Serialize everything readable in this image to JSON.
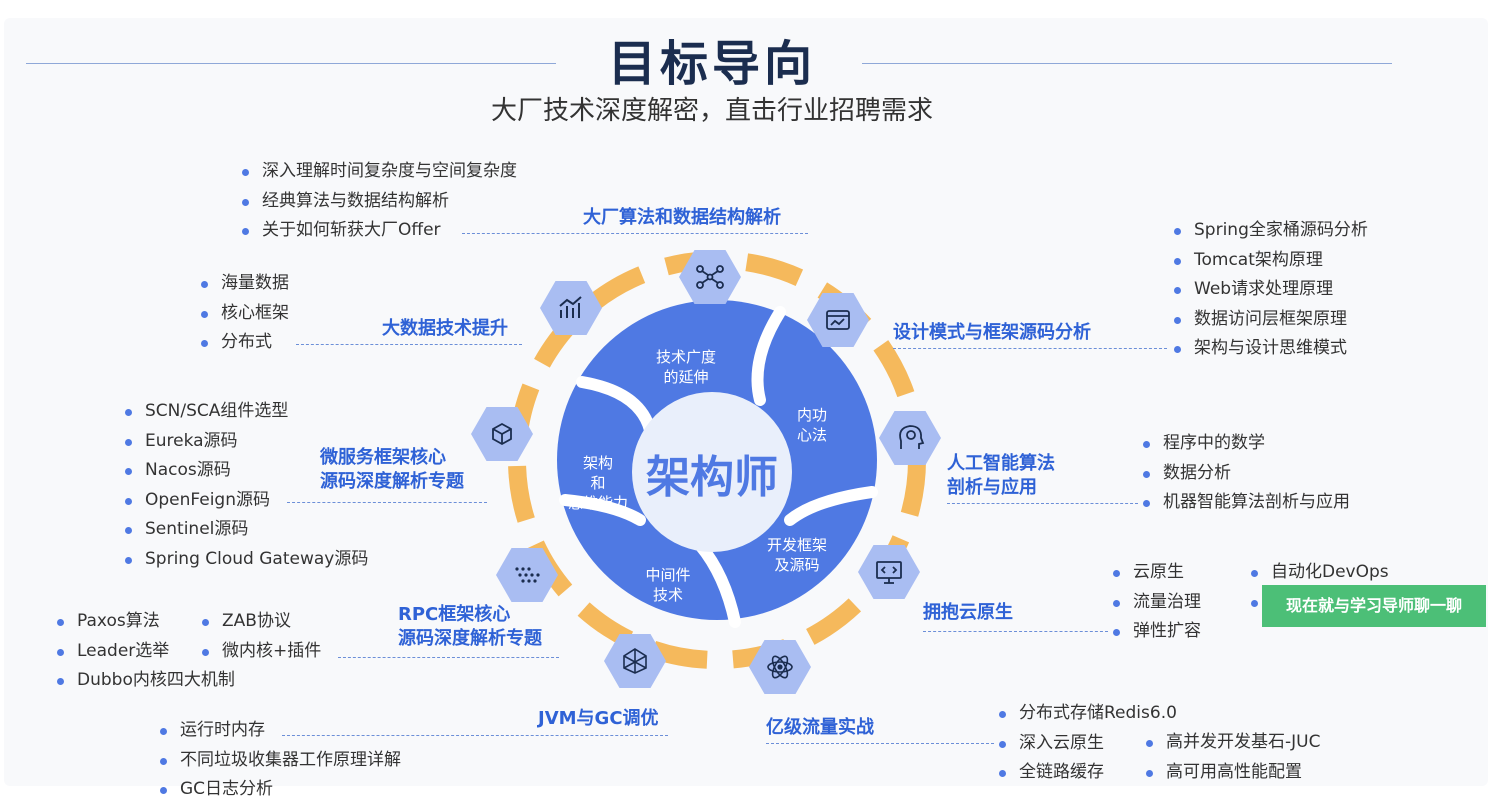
{
  "title": "目标导向",
  "subtitle": "大厂技术深度解密，直击行业招聘需求",
  "center": "架构师",
  "sectors": {
    "top": "技术广度\n的延伸",
    "right": "内功\n心法",
    "bottom_right": "开发框架\n及源码",
    "bottom_left": "中间件\n技术",
    "left": "架构\n和\n思维能力"
  },
  "topics": {
    "algo": {
      "label": "大厂算法和数据结构解析",
      "icon": "network-nodes-icon",
      "items": [
        "深入理解时间复杂度与空间复杂度",
        "经典算法与数据结构解析",
        "关于如何斩获大厂Offer"
      ]
    },
    "bigdata": {
      "label": "大数据技术提升",
      "icon": "bar-chart-icon",
      "items": [
        "海量数据",
        "核心框架",
        "分布式"
      ]
    },
    "design": {
      "label": "设计模式与框架源码分析",
      "icon": "browser-window-icon",
      "items": [
        "Spring全家桶源码分析",
        "Tomcat架构原理",
        "Web请求处理原理",
        "数据访问层框架原理",
        "架构与设计思维模式"
      ]
    },
    "micro": {
      "label_line1": "微服务框架核心",
      "label_line2": "源码深度解析专题",
      "icon": "cube-icon",
      "items": [
        "SCN/SCA组件选型",
        "Eureka源码",
        "Nacos源码",
        "OpenFeign源码",
        "Sentinel源码",
        "Spring Cloud Gateway源码"
      ]
    },
    "ai": {
      "label_line1": "人工智能算法",
      "label_line2": "剖析与应用",
      "icon": "brain-head-icon",
      "items": [
        "程序中的数学",
        "数据分析",
        "机器智能算法剖析与应用"
      ]
    },
    "rpc": {
      "label_line1": "RPC框架核心",
      "label_line2": "源码深度解析专题",
      "icon": "dot-grid-icon",
      "items_col1": [
        "Paxos算法",
        "Leader选举",
        "Dubbo内核四大机制"
      ],
      "items_col2": [
        "ZAB协议",
        "微内核+插件"
      ]
    },
    "cloud": {
      "label": "拥抱云原生",
      "icon": "code-monitor-icon",
      "items_col1": [
        "云原生",
        "流量治理",
        "弹性扩容"
      ],
      "items_col2": [
        "自动化DevOps"
      ]
    },
    "jvm": {
      "label": "JVM与GC调优",
      "icon": "polyhedron-icon",
      "items": [
        "运行时内存",
        "不同垃圾收集器工作原理详解",
        "GC日志分析"
      ]
    },
    "traffic": {
      "label": "亿级流量实战",
      "icon": "atom-icon",
      "items_col1": [
        "分布式存储Redis6.0",
        "深入云原生",
        "全链路缓存"
      ],
      "items_col2": [
        "高并发开发基石-JUC",
        "高可用高性能配置"
      ]
    }
  },
  "cta_label": "现在就与学习导师聊一聊",
  "colors": {
    "primary_blue": "#4f79e3",
    "label_blue": "#2f62d6",
    "ring_orange": "#f5b95c",
    "hex_fill": "#a9bdf2",
    "cta_green": "#4cbf77",
    "title_navy": "#1b2d4f"
  }
}
